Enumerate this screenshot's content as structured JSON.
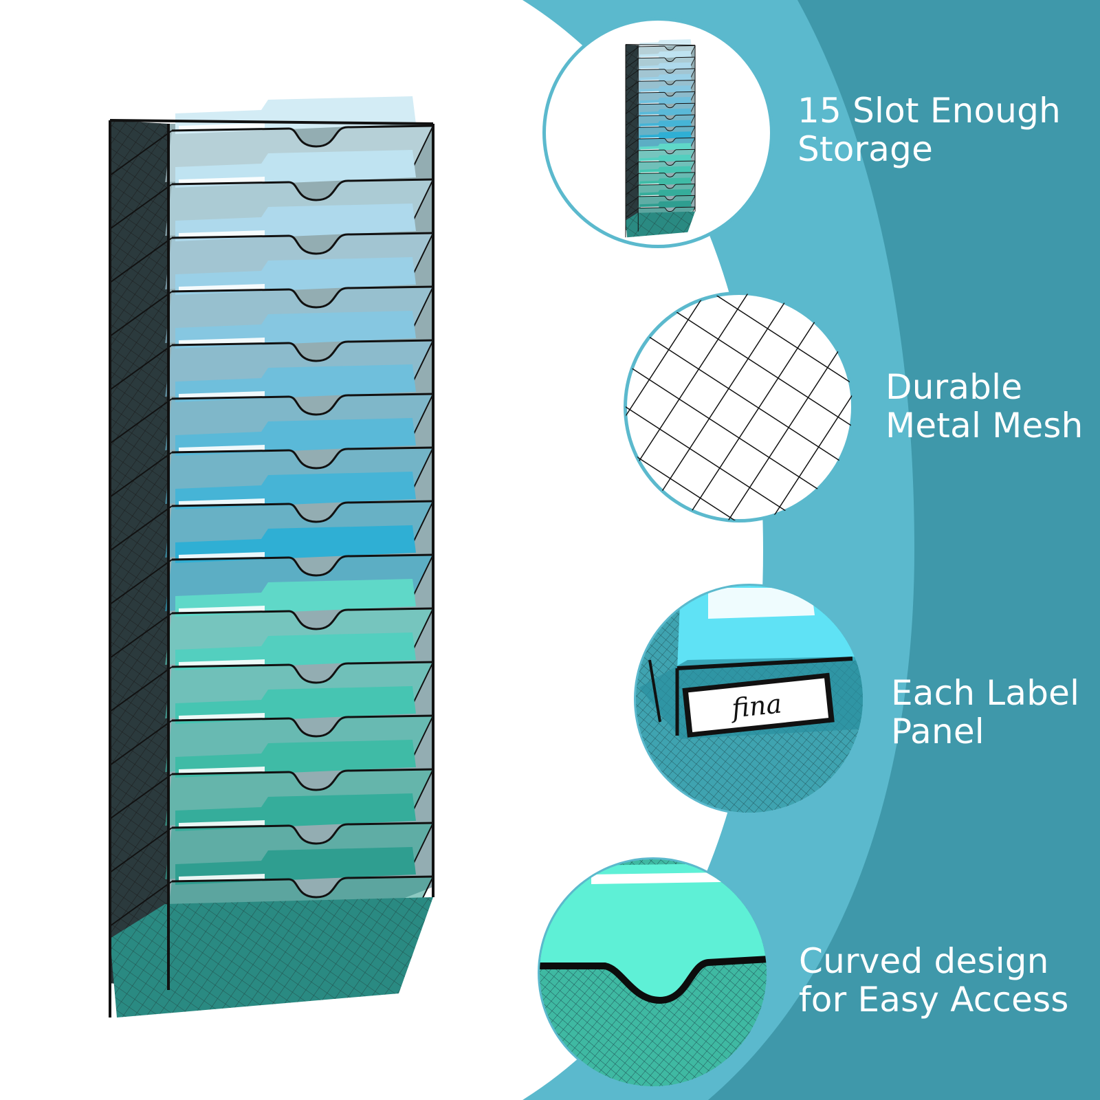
{
  "colors": {
    "band_outer": "#5bb9cd",
    "band_inner": "#3f98aa",
    "circle_border": "#5bb9cd",
    "mesh": "#1a1a1a",
    "frame": "#1c1c1c",
    "teal_dark": "#2a8f88",
    "teal_light": "#66ead6",
    "blue_light": "#cfeaf4",
    "blue_mid": "#41b7d8",
    "text": "#ffffff"
  },
  "product": {
    "slot_count": 15,
    "folder_colors": [
      "#d3ecf5",
      "#bfe3f1",
      "#aed9ec",
      "#9ad0e7",
      "#86c7e1",
      "#6fbfdc",
      "#5ab9d8",
      "#46b4d6",
      "#2fafd4",
      "#5fd8c8",
      "#53cfbf",
      "#46c5b2",
      "#3fbba6",
      "#35ad9b",
      "#2f9e90"
    ]
  },
  "features": [
    {
      "icon": "wall-organizer-thumbnail",
      "lines": [
        "15 Slot Enough",
        "Storage"
      ]
    },
    {
      "icon": "metal-mesh-closeup",
      "lines": [
        "Durable",
        "Metal Mesh"
      ]
    },
    {
      "icon": "label-panel-closeup",
      "lines": [
        "Each Label",
        "Panel"
      ],
      "label_text": "fina"
    },
    {
      "icon": "curved-edge-closeup",
      "lines": [
        "Curved design",
        "for Easy Access"
      ]
    }
  ]
}
